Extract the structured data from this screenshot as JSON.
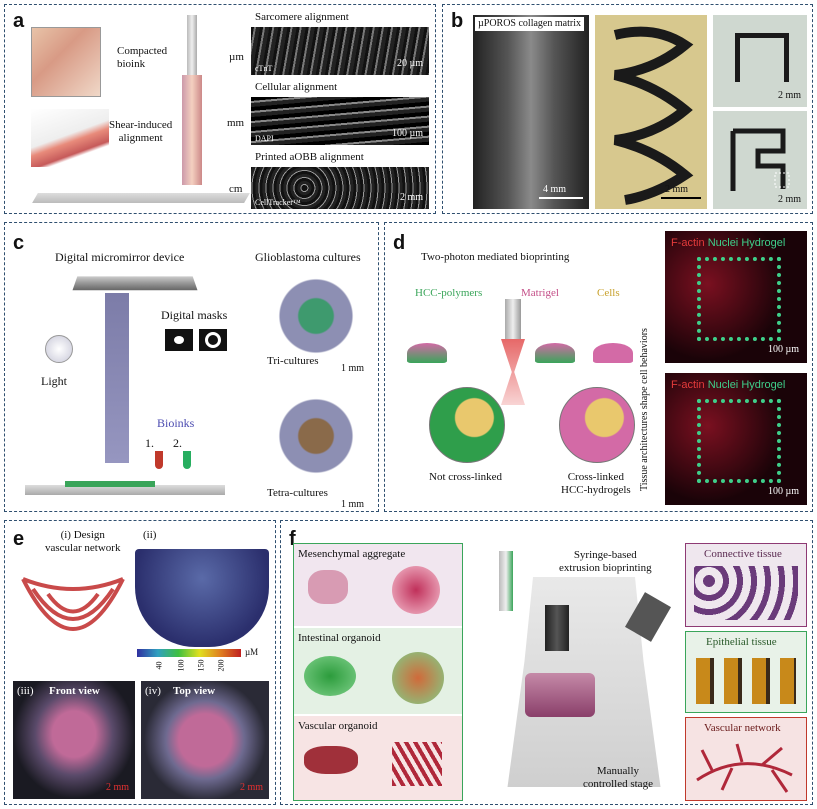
{
  "panel_a": {
    "label": "a",
    "compacted": "Compacted\nbioink",
    "shear": "Shear-induced\nalignment",
    "scale_um": "µm",
    "scale_mm": "mm",
    "scale_cm": "cm",
    "sarcomere_title": "Sarcomere alignment",
    "sarcomere_stain": "cTnT",
    "sarcomere_scale": "20 µm",
    "cellular_title": "Cellular alignment",
    "cellular_stain": "DAPI",
    "cellular_scale": "100 µm",
    "printed_title": "Printed aOBB alignment",
    "printed_stain": "CellTracker™",
    "printed_scale": "2 mm"
  },
  "panel_b": {
    "label": "b",
    "matrix": "µPOROS  collagen matrix",
    "scale1": "4 mm",
    "scale2": "2 mm",
    "scale3": "2 mm",
    "scale4": "2 mm"
  },
  "panel_c": {
    "label": "c",
    "dmd": "Digital micromirror device",
    "masks": "Digital masks",
    "light": "Light",
    "bioinks": "Bioinks",
    "n1": "1.",
    "n2": "2.",
    "glio": "Glioblastoma cultures",
    "tri": "Tri-cultures",
    "tetra": "Tetra-cultures",
    "scale_tri": "1 mm",
    "scale_tetra": "1 mm"
  },
  "panel_d": {
    "label": "d",
    "title": "Two-photon mediated bioprinting",
    "hcc": "HCC-polymers",
    "matrigel": "Matrigel",
    "cells": "Cells",
    "not_crosslinked": "Not cross-linked",
    "crosslinked": "Cross-linked\nHCC-hydrogels",
    "side": "Tissue architectures shape cell behaviors",
    "legend_factin": "F-actin",
    "legend_nuclei": "Nuclei",
    "legend_hydrogel": "Hydrogel",
    "scale1": "100 µm",
    "scale2": "100 µm"
  },
  "panel_e": {
    "label": "e",
    "design": "(i) Design\nvascular network",
    "ii": "(ii)",
    "cb_ticks": [
      "40",
      "100",
      "150",
      "200"
    ],
    "cb_unit": "µM",
    "iii": "(iii)",
    "front": "Front view",
    "iv": "(iv)",
    "top": "Top view",
    "scale1": "2 mm",
    "scale2": "2 mm"
  },
  "panel_f": {
    "label": "f",
    "mes": "Mesenchymal aggregate",
    "int": "Intestinal organoid",
    "vas": "Vascular organoid",
    "syringe": "Syringe-based\nextrusion bioprinting",
    "manual": "Manually\ncontrolled stage",
    "connective": "Connective tissue",
    "epithelial": "Epithelial tissue",
    "vascular": "Vascular network"
  },
  "colors": {
    "border": "#2f4f6f",
    "green": "#3aa55a",
    "purple": "#8e3a74",
    "red": "#c0392b"
  }
}
